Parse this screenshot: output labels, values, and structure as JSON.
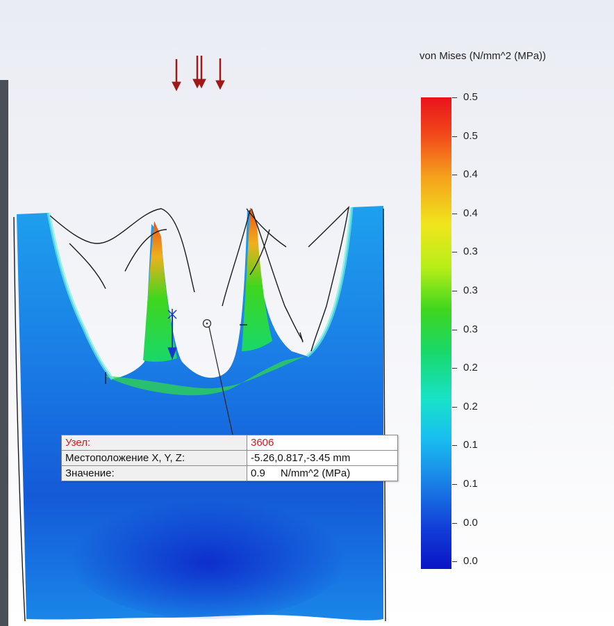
{
  "legend": {
    "title": "von Mises (N/mm^2 (MPa))",
    "ticks": [
      "0.5",
      "0.5",
      "0.4",
      "0.4",
      "0.3",
      "0.3",
      "0.3",
      "0.2",
      "0.2",
      "0.1",
      "0.1",
      "0.0",
      "0.0"
    ],
    "colors": {
      "max": "#e8121a",
      "mid": "#3fd61e",
      "min": "#0a14c6"
    }
  },
  "probe": {
    "rows": [
      {
        "key": "Узел:",
        "value": "3606",
        "unit": ""
      },
      {
        "key": "Местоположение X, Y, Z:",
        "value": "-5.26,0.817,-3.45 mm",
        "unit": ""
      },
      {
        "key": "Значение:",
        "value": "0.9",
        "unit": "N/mm^2 (MPa)"
      }
    ]
  },
  "icons": {
    "load": "load-arrow-icon",
    "fixture": "fixture-arrow-icon",
    "probe": "probe-marker-icon"
  }
}
